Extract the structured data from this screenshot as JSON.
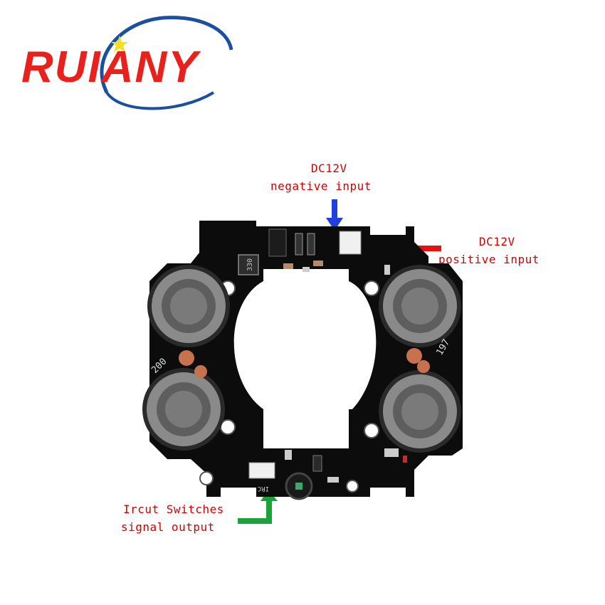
{
  "logo": {
    "text": "RUIANY",
    "colors": {
      "red": "#e8211c",
      "blue": "#1b4fa0",
      "star": "#f4e01a"
    }
  },
  "annotations": {
    "negative": {
      "line1": "DC12V",
      "line2": "negative input",
      "arrow_color": "#1f3fe0"
    },
    "positive": {
      "line1": "DC12V",
      "line2": "positive input",
      "arrow_color": "#e81010"
    },
    "ircut": {
      "line1": "Ircut Switches",
      "line2": "signal output",
      "arrow_color": "#1aa33a"
    }
  },
  "board": {
    "silkscreen": {
      "left_marking": "200",
      "right_marking": "197",
      "inductor_marking": "330",
      "connector_marking": "IRC"
    },
    "colors": {
      "pcb": "#0c0c0c",
      "led_lens": "#6f6f6f",
      "pad": "#c8714f"
    }
  }
}
